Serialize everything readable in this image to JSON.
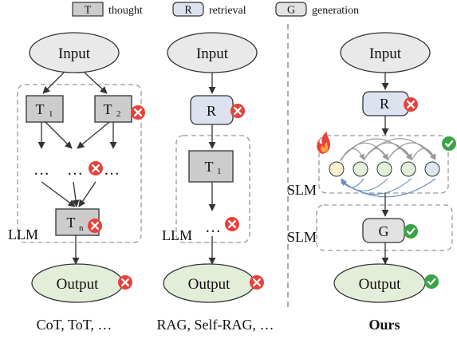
{
  "legend": {
    "thought": {
      "symbol": "T",
      "label": "thought"
    },
    "retrieval": {
      "symbol": "R",
      "label": "retrieval"
    },
    "generation": {
      "symbol": "G",
      "label": "generation"
    }
  },
  "panel_cot": {
    "input_label": "Input",
    "t1_main": "T",
    "t1_sub": "1",
    "t2_main": "T",
    "t2_sub": "2",
    "ellipsis_left": "…",
    "ellipsis_right": "…",
    "ellipsis_far": "…",
    "tn_main": "T",
    "tn_sub": "n",
    "model_label": "LLM",
    "output_label": "Output",
    "caption": "CoT, ToT, …"
  },
  "panel_rag": {
    "input_label": "Input",
    "r_label": "R",
    "t1_main": "T",
    "t1_sub": "1",
    "model_label": "LLM",
    "ellipsis": "…",
    "output_label": "Output",
    "caption": "RAG, Self-RAG, …"
  },
  "panel_ours": {
    "input_label": "Input",
    "r_label": "R",
    "slm_top_label": "SLM",
    "slm_bottom_label": "SLM",
    "g_label": "G",
    "output_label": "Output",
    "caption": "Ours"
  },
  "colors": {
    "thought_fill": "#cccccc",
    "retrieval_fill": "#dce3ef",
    "generation_fill": "#e2e2e2",
    "input_fill": "#e9e9e9",
    "output_fill": "#e3eed8",
    "cross_red": "#e8413c",
    "check_green": "#3aa346",
    "node_yellow": "#fdf3cf",
    "node_green": "#e3f1dc",
    "node_blue": "#dde6f1"
  }
}
